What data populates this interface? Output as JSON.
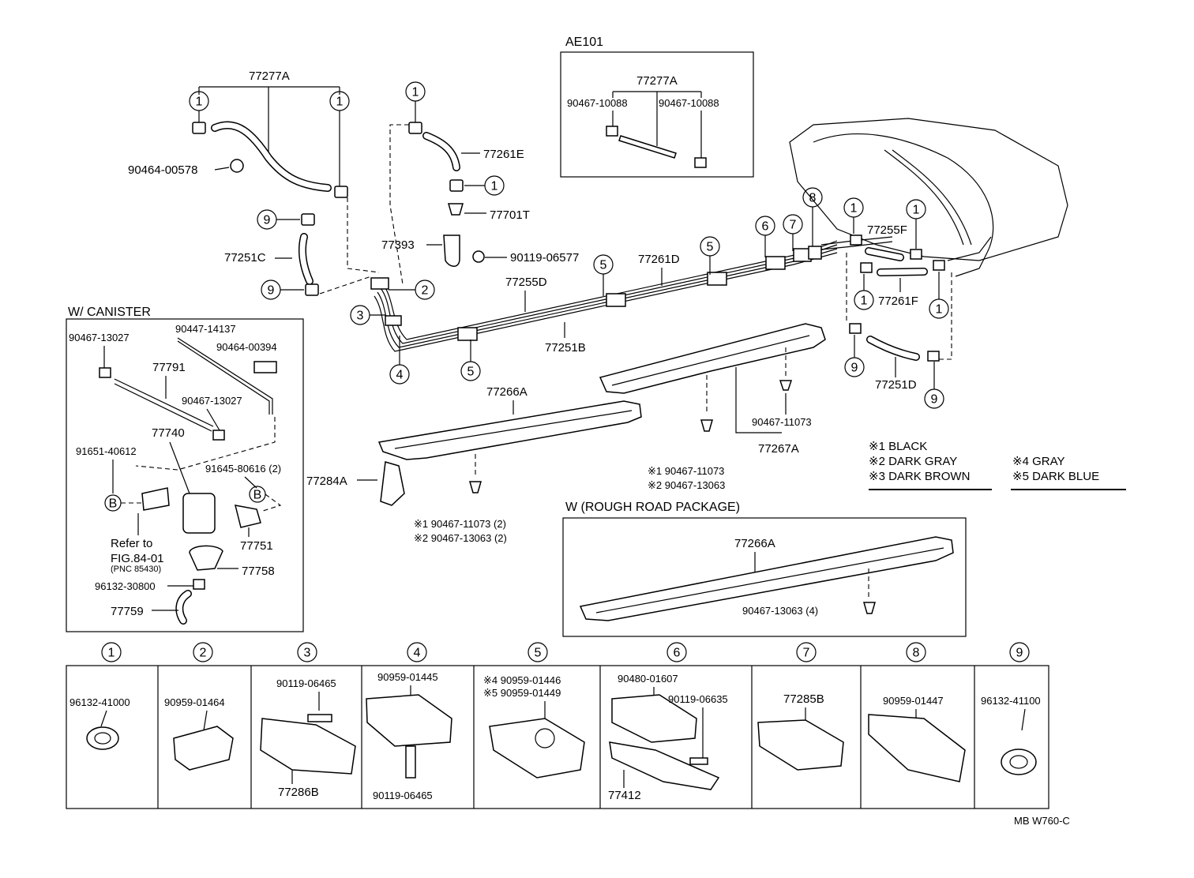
{
  "circle_numbers": [
    "1",
    "2",
    "3",
    "4",
    "5",
    "6",
    "7",
    "8",
    "9"
  ],
  "callout_B": "B",
  "main": {
    "p77277A": "77277A",
    "p90464_00578": "90464-00578",
    "p77251C": "77251C",
    "p77261E": "77261E",
    "p77701T": "77701T",
    "p77393": "77393",
    "p90119_06577": "90119-06577",
    "p77255D": "77255D",
    "p77261D": "77261D",
    "p77251B": "77251B",
    "p77255F": "77255F",
    "p77261F": "77261F",
    "p77251D": "77251D",
    "p77266A": "77266A",
    "p77284A": "77284A",
    "p90467_11073_a": "90467-11073",
    "p77267A": "77267A",
    "note_left_1": "※1  90467-11073 (2)",
    "note_left_2": "※2  90467-13063 (2)",
    "note_mid_1": "※1  90467-11073",
    "note_mid_2": "※2  90467-13063"
  },
  "ae101": {
    "title": "AE101",
    "p77277A": "77277A",
    "p_left": "90467-10088",
    "p_right": "90467-10088"
  },
  "canister": {
    "title": "W/ CANISTER",
    "p90467_13027_a": "90467-13027",
    "p90447_14137": "90447-14137",
    "p90464_00394": "90464-00394",
    "p77791": "77791",
    "p90467_13027_b": "90467-13027",
    "p77740": "77740",
    "p91651_40612": "91651-40612",
    "p91645_80616": "91645-80616 (2)",
    "refer_1": "Refer to",
    "refer_2": "FIG.84-01",
    "refer_3": "(PNC 85430)",
    "p77751": "77751",
    "p77758": "77758",
    "p96132_30800": "96132-30800",
    "p77759": "77759"
  },
  "legend": {
    "col1": [
      "※1  BLACK",
      "※2  DARK GRAY",
      "※3  DARK BROWN"
    ],
    "col2": [
      "※4  GRAY",
      "※5  DARK BLUE"
    ]
  },
  "rough_road": {
    "title": "W (ROUGH ROAD PACKAGE)",
    "p77266A": "77266A",
    "p90467_13063": "90467-13063 (4)"
  },
  "clamps": {
    "c1": [
      "96132-41000"
    ],
    "c2": [
      "90959-01464"
    ],
    "c3": [
      "90119-06465",
      "77286B"
    ],
    "c4": [
      "90959-01445",
      "90119-06465"
    ],
    "c5": [
      "※4  90959-01446",
      "※5  90959-01449"
    ],
    "c6": [
      "90480-01607",
      "90119-06635",
      "77412"
    ],
    "c7": [
      "77285B"
    ],
    "c8": [
      "90959-01447"
    ],
    "c9": [
      "96132-41100"
    ]
  },
  "footer_code": "MB  W760-C"
}
